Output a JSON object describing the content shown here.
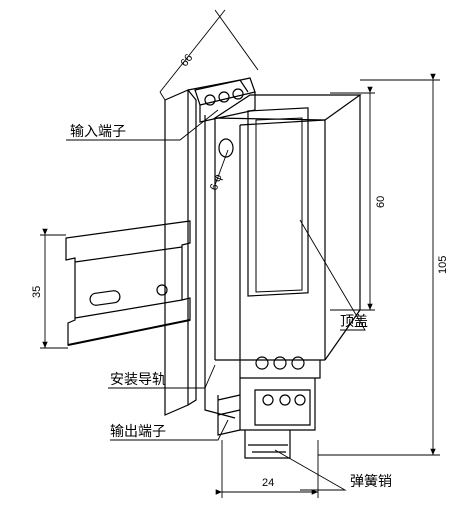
{
  "labels": {
    "input_terminal": "输入端子",
    "din_rail": "安装导轨",
    "output_terminal": "输出端子",
    "top_cover": "顶盖",
    "spring_pin": "弹簧销"
  },
  "dimensions": {
    "depth": "66",
    "hole": "6 φ",
    "window_height": "60",
    "total_height": "105",
    "rail_height": "35",
    "width": "24"
  }
}
